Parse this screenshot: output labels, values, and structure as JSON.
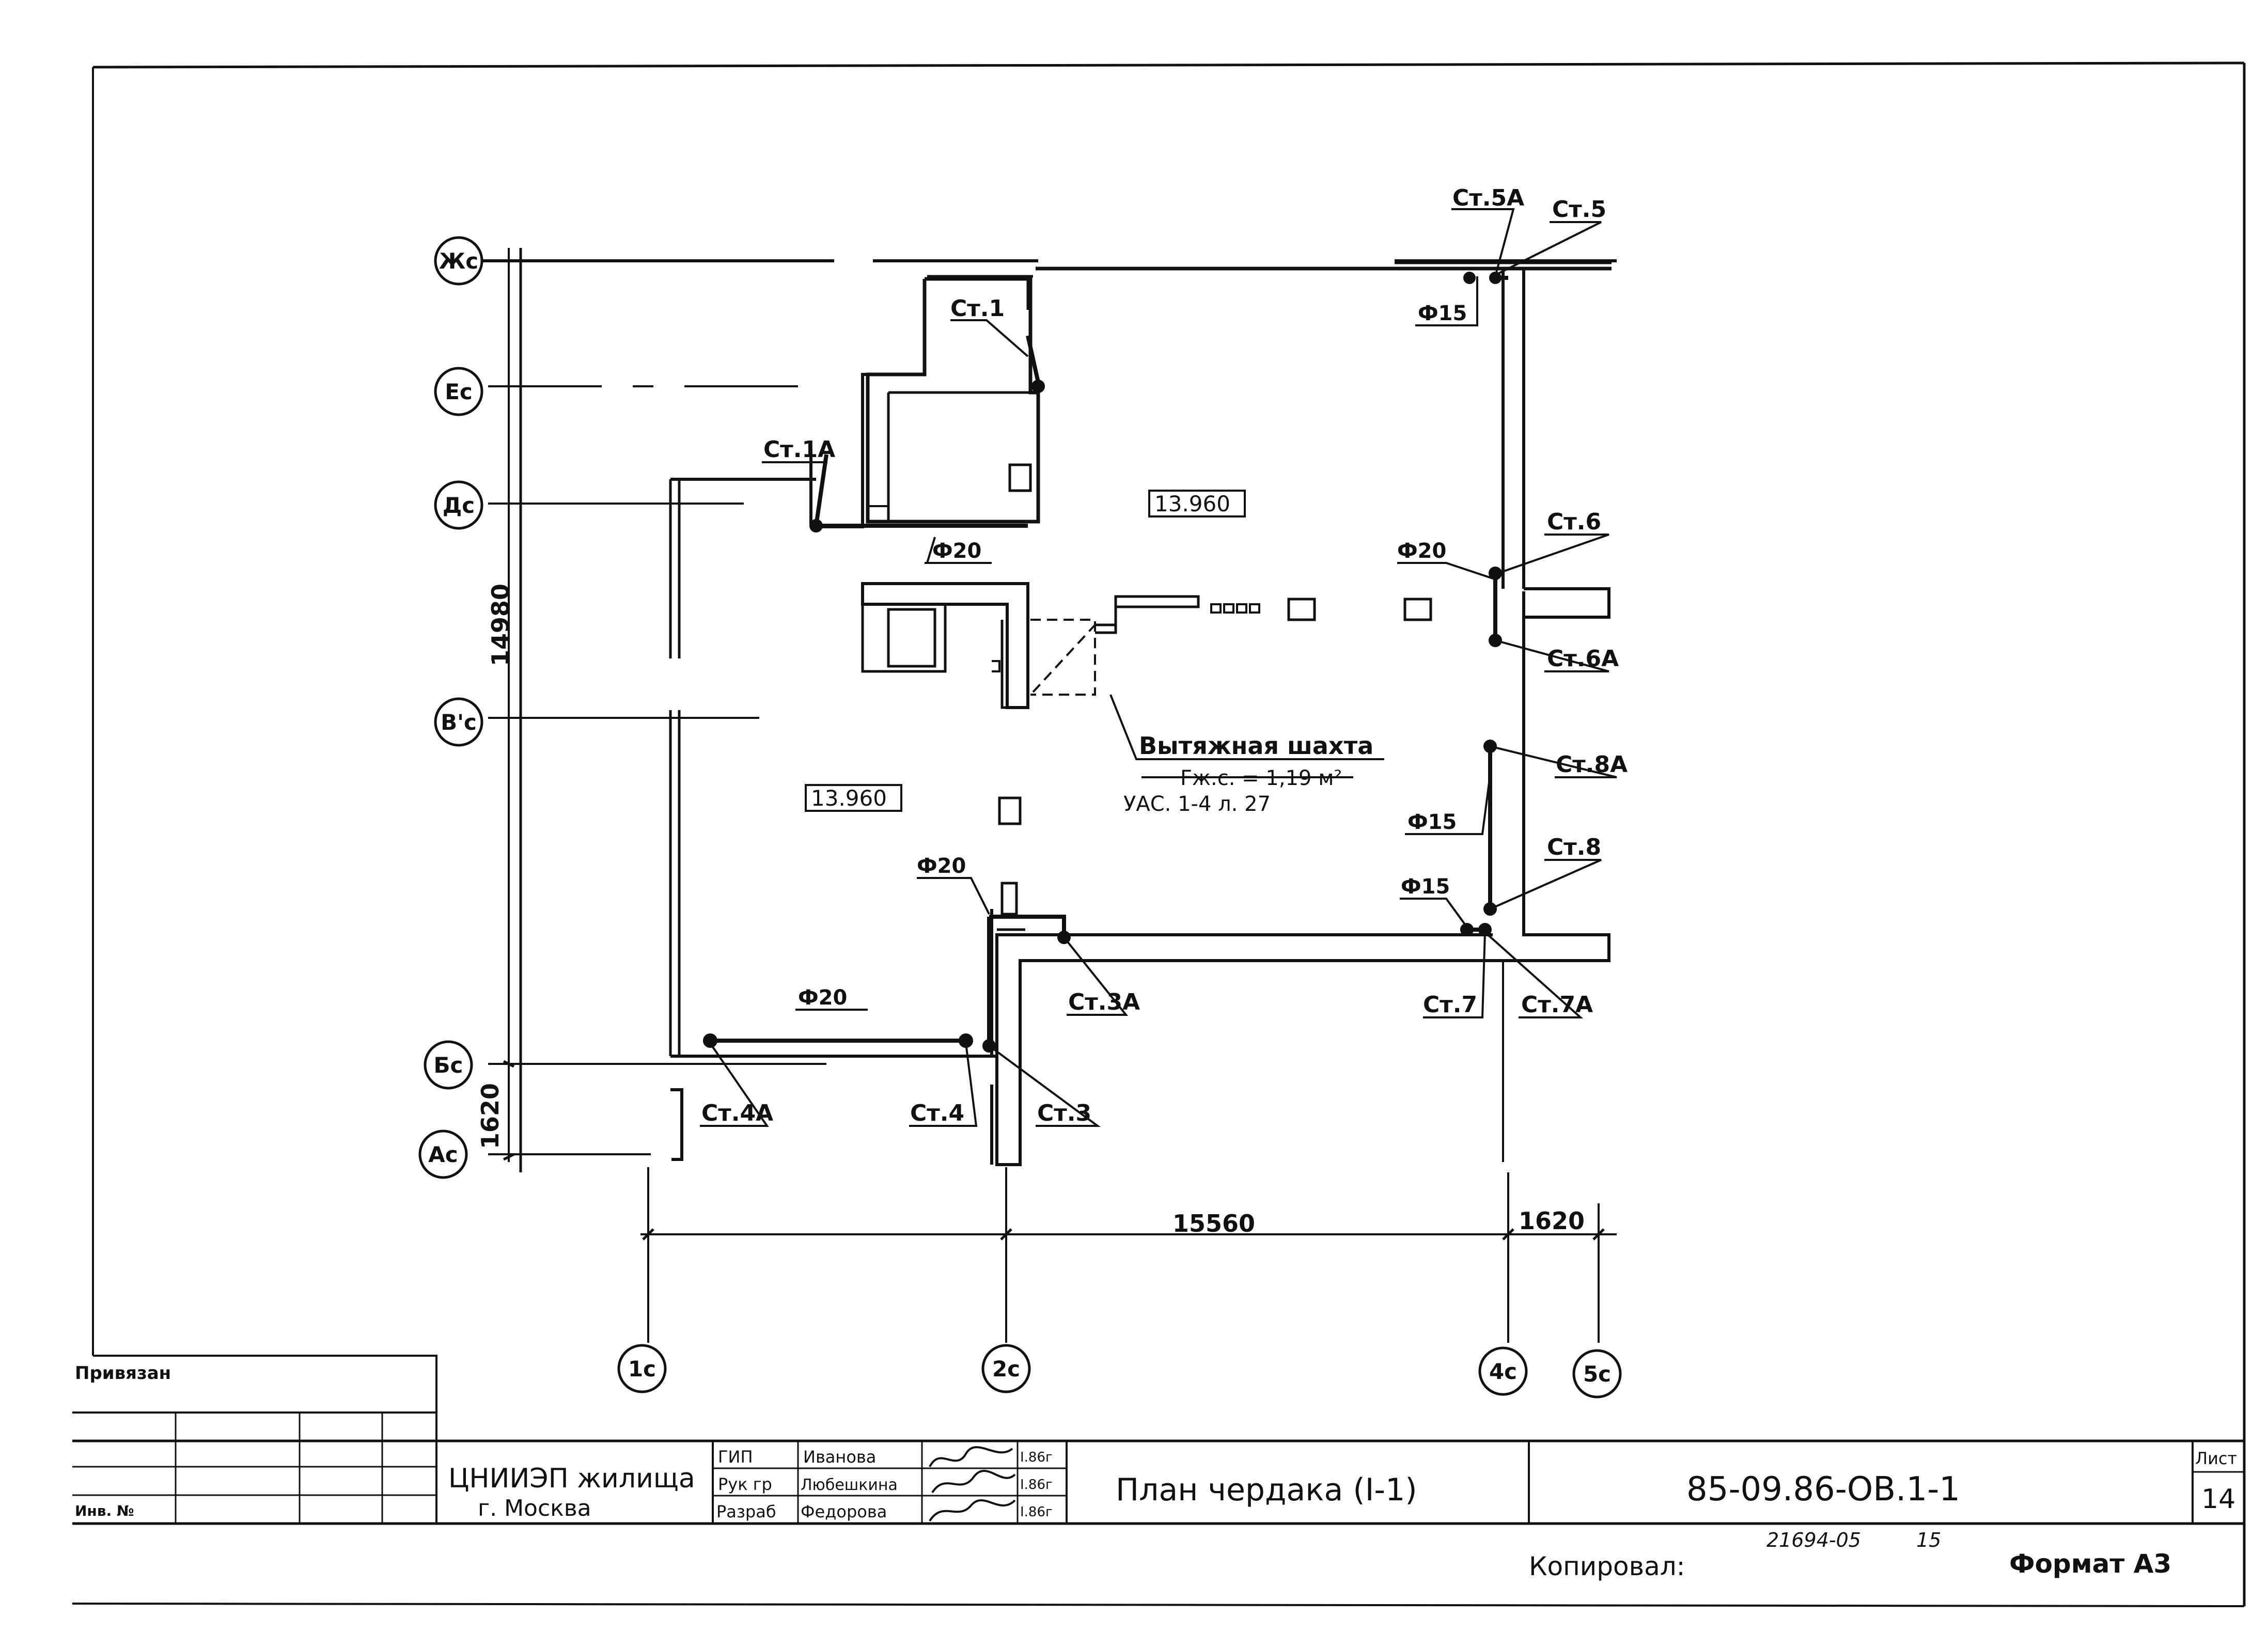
{
  "plan": {
    "axes_rows": [
      "Жс",
      "Ес",
      "Дс",
      "В'с",
      "Бс",
      "Ас"
    ],
    "axes_cols": [
      "1с",
      "2с",
      "4с",
      "5с"
    ],
    "dims": {
      "height_main": "14980",
      "height_small": "1620",
      "width_main": "15560",
      "width_small": "1620"
    },
    "elevations": [
      "13.960",
      "13.960"
    ],
    "shaft": {
      "title": "Вытяжная шахта",
      "area": "Fж.с. = 1,19 м²",
      "ref": "УАС. 1-4 л. 27"
    },
    "risers": {
      "st1": "Ст.1",
      "st1a": "Ст.1А",
      "st3": "Ст.3",
      "st3a": "Ст.3А",
      "st4": "Ст.4",
      "st4a": "Ст.4А",
      "st5": "Ст.5",
      "st5a": "Ст.5А",
      "st6": "Ст.6",
      "st6a": "Ст.6А",
      "st7": "Ст.7",
      "st7a": "Ст.7А",
      "st8": "Ст.8",
      "st8a": "Ст.8А"
    },
    "pipes": {
      "d20_a": "Ф20",
      "d20_b": "Ф20",
      "d20_c": "Ф20",
      "d20_d": "Ф20",
      "d15_a": "Ф15",
      "d15_b": "Ф15",
      "d15_c": "Ф15"
    }
  },
  "title_block": {
    "privyazan": "Привязан",
    "inv": "Инв. №",
    "org_line1": "ЦНИИЭП жилища",
    "org_line2": "г. Москва",
    "roles": [
      "ГИП",
      "Рук гр",
      "Разраб"
    ],
    "names": [
      "Иванова",
      "Любешкина",
      "Федорова"
    ],
    "dates": [
      "I.86г",
      "I.86г",
      "I.86г"
    ],
    "drawing_title": "План чердака (I-1)",
    "code": "85-09.86-ОВ.1-1",
    "sheet_label": "Лист",
    "sheet_no": "14",
    "copied_label": "Копировал:",
    "archive_no": "21694-05",
    "archive_sub": "15",
    "format": "Формат А3"
  }
}
